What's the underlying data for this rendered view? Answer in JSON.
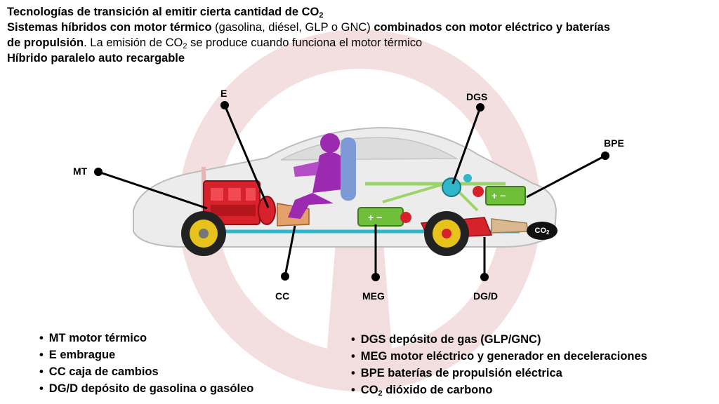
{
  "header": {
    "line1_prefix": "Tecnologías de transición al emitir cierta cantidad de CO",
    "line1_sub": "2",
    "line2_bold_a": "Sistemas híbridos con motor térmico",
    "line2_normal": " (gasolina, diésel, GLP o GNC) ",
    "line2_bold_b": "combinados con motor eléctrico y baterías",
    "line3_bold": "de propulsión",
    "line3_normal_a": ". La emisión de CO",
    "line3_sub": "2",
    "line3_normal_b": " se produce cuando funciona el motor térmico",
    "line4": "Híbrido paralelo auto recargable"
  },
  "callouts": {
    "mt": "MT",
    "e": "E",
    "cc": "CC",
    "meg": "MEG",
    "dgd": "DG/D",
    "dgs": "DGS",
    "bpe": "BPE",
    "co2_prefix": "CO",
    "co2_sub": "2"
  },
  "legend_left": [
    "MT motor térmico",
    "E embrague",
    "CC caja de cambios",
    "DG/D depósito de gasolina o gasóleo"
  ],
  "legend_right": {
    "item1": "DGS depósito de gas (GLP/GNC)",
    "item2": "MEG motor eléctrico y generador en deceleraciones",
    "item3": "BPE baterías de propulsión eléctrica",
    "item4_prefix": "CO",
    "item4_sub": "2",
    "item4_suffix": " dióxido de carbono"
  },
  "colors": {
    "watermark": "#f1d9d9",
    "engine_red": "#d8222b",
    "occupant_purple": "#9b2ab0",
    "battery_green": "#6fbf3a",
    "gas_tank_cyan": "#2fb6c9",
    "exhaust_tan": "#d9b88f",
    "wheel_yellow": "#e6c21a"
  },
  "icons": [
    "steering-wheel-watermark",
    "car-cutaway-illustration",
    "exhaust-cloud-icon"
  ]
}
